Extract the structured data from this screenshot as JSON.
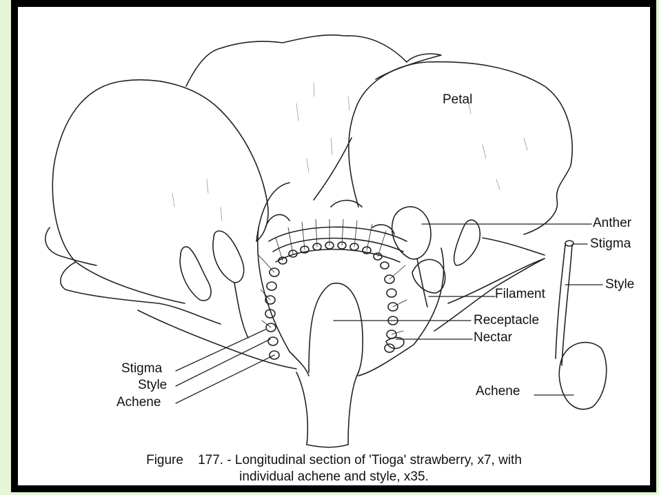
{
  "diagram": {
    "labels": {
      "petal": "Petal",
      "anther": "Anther",
      "stigma_right": "Stigma",
      "style_right": "Style",
      "filament": "Filament",
      "receptacle": "Receptacle",
      "nectar": "Nectar",
      "stigma_left": "Stigma",
      "style_left": "Style",
      "achene_left": "Achene",
      "achene_right": "Achene"
    },
    "caption": {
      "line1": "Figure    177. - Longitudinal section of 'Tioga' strawberry, x7, with",
      "line2": "individual achene and style, x35."
    }
  }
}
